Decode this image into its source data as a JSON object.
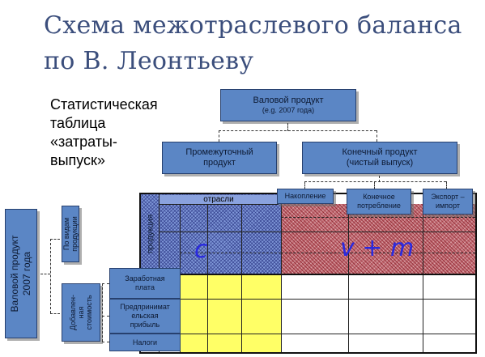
{
  "title": {
    "line1": "Схема межотраслевого баланса",
    "line2": "по В. Леонтьеву"
  },
  "stat_label": "Статистическая\nтаблица\n«затраты-\nвыпуск»",
  "boxes": {
    "gross": {
      "line1": "Валовой продукт",
      "line2": "(e.g. 2007 года)"
    },
    "intermediate": {
      "line1": "Промежуточный",
      "line2": "продукт"
    },
    "final": {
      "line1": "Конечный продукт",
      "line2": "(чистый выпуск)"
    },
    "accumulation": "Накопление",
    "consumption": "Конечное\nпотребление",
    "export": "Экспорт –\nимпорт"
  },
  "left": {
    "gross": "Валовой продукт\n2007 года",
    "by_type": "По видам\nпродукции",
    "value_added": "Добавлен-\nная\nстоимость"
  },
  "table": {
    "header_sectors": "отрасли",
    "row_header": "продукция",
    "c": "c",
    "vm": "v + m",
    "rows": [
      "Заработная\nплата",
      "Предпринимат\nельская\nприбыль",
      "Налоги"
    ]
  }
}
